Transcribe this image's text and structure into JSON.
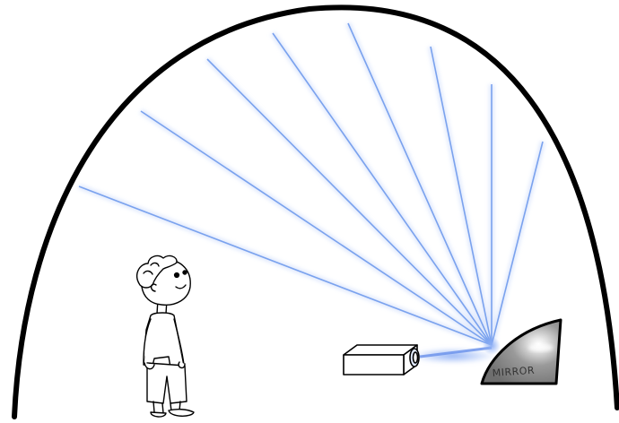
{
  "mirror": {
    "label": "MIRROR"
  },
  "beam": {
    "ray_count": 8
  },
  "colors": {
    "dome_stroke": "#000000",
    "ray": "#7aa2ee",
    "ray_glow": "#c8d8fb",
    "mirror_fill": "#8a8a8a",
    "mirror_highlight": "#f4f4f4"
  },
  "icons": {
    "dome": "planetarium-dome-outline",
    "projector": "projector-box",
    "mirror": "convex-mirror",
    "person": "boy-looking-up"
  }
}
